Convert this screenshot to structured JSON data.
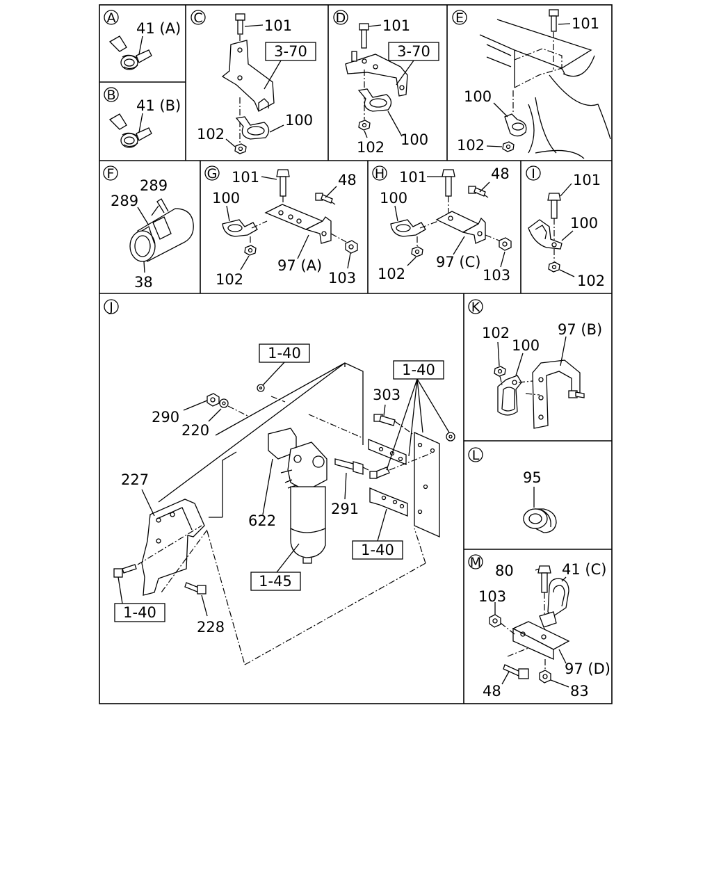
{
  "panels": [
    {
      "id": "A",
      "labels": [
        "41 (A)"
      ]
    },
    {
      "id": "B",
      "labels": [
        "41 (B)"
      ]
    },
    {
      "id": "C",
      "labels": [
        "101",
        "100",
        "102"
      ],
      "ref": "3-70"
    },
    {
      "id": "D",
      "labels": [
        "101",
        "100",
        "102"
      ],
      "ref": "3-70"
    },
    {
      "id": "E",
      "labels": [
        "101",
        "100",
        "102"
      ]
    },
    {
      "id": "F",
      "labels": [
        "289",
        "289",
        "38"
      ]
    },
    {
      "id": "G",
      "labels": [
        "101",
        "48",
        "100",
        "102",
        "97 (A)",
        "103"
      ]
    },
    {
      "id": "H",
      "labels": [
        "101",
        "48",
        "100",
        "102",
        "97 (C)",
        "103"
      ]
    },
    {
      "id": "I",
      "labels": [
        "101",
        "100",
        "102"
      ]
    },
    {
      "id": "J",
      "labels": [
        "303",
        "290",
        "220",
        "227",
        "622",
        "291",
        "228"
      ],
      "refs": [
        "1-40",
        "1-40",
        "1-45",
        "1-40",
        "1-40"
      ]
    },
    {
      "id": "K",
      "labels": [
        "102",
        "100",
        "97 (B)"
      ]
    },
    {
      "id": "L",
      "labels": [
        "95"
      ]
    },
    {
      "id": "M",
      "labels": [
        "80",
        "41 (C)",
        "103",
        "97 (D)",
        "48",
        "83"
      ]
    }
  ]
}
